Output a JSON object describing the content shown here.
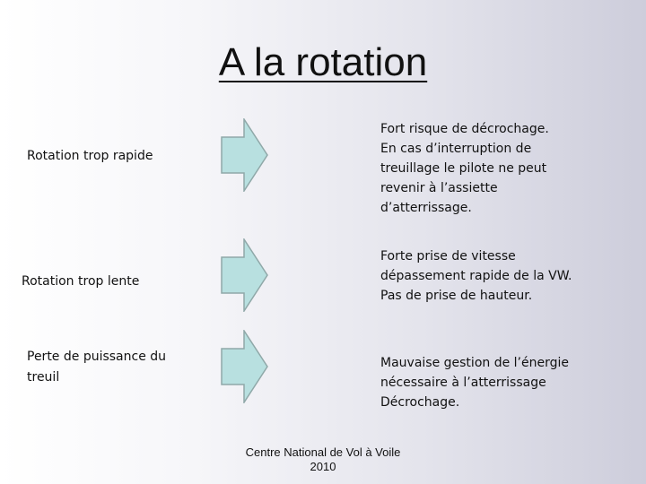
{
  "title": "A la rotation",
  "rows": [
    {
      "cause": [
        "Rotation trop rapide"
      ],
      "effect": [
        "Fort risque de décrochage.",
        "En cas d’interruption de",
        "treuillage le pilote ne peut",
        "revenir à l’assiette",
        "d’atterrissage."
      ]
    },
    {
      "cause": [
        "Rotation trop lente"
      ],
      "effect": [
        "Forte prise de vitesse",
        "dépassement rapide de la VW.",
        "Pas de prise de hauteur."
      ]
    },
    {
      "cause": [
        "Perte de puissance du",
        "treuil"
      ],
      "effect": [
        "Mauvaise gestion de l’énergie",
        "nécessaire à l’atterrissage",
        "Décrochage."
      ]
    }
  ],
  "footer": [
    "Centre National de Vol à Voile",
    "2010"
  ],
  "colors": {
    "arrow_fill": "#b8e0e0",
    "arrow_stroke": "#8fa8a8"
  }
}
